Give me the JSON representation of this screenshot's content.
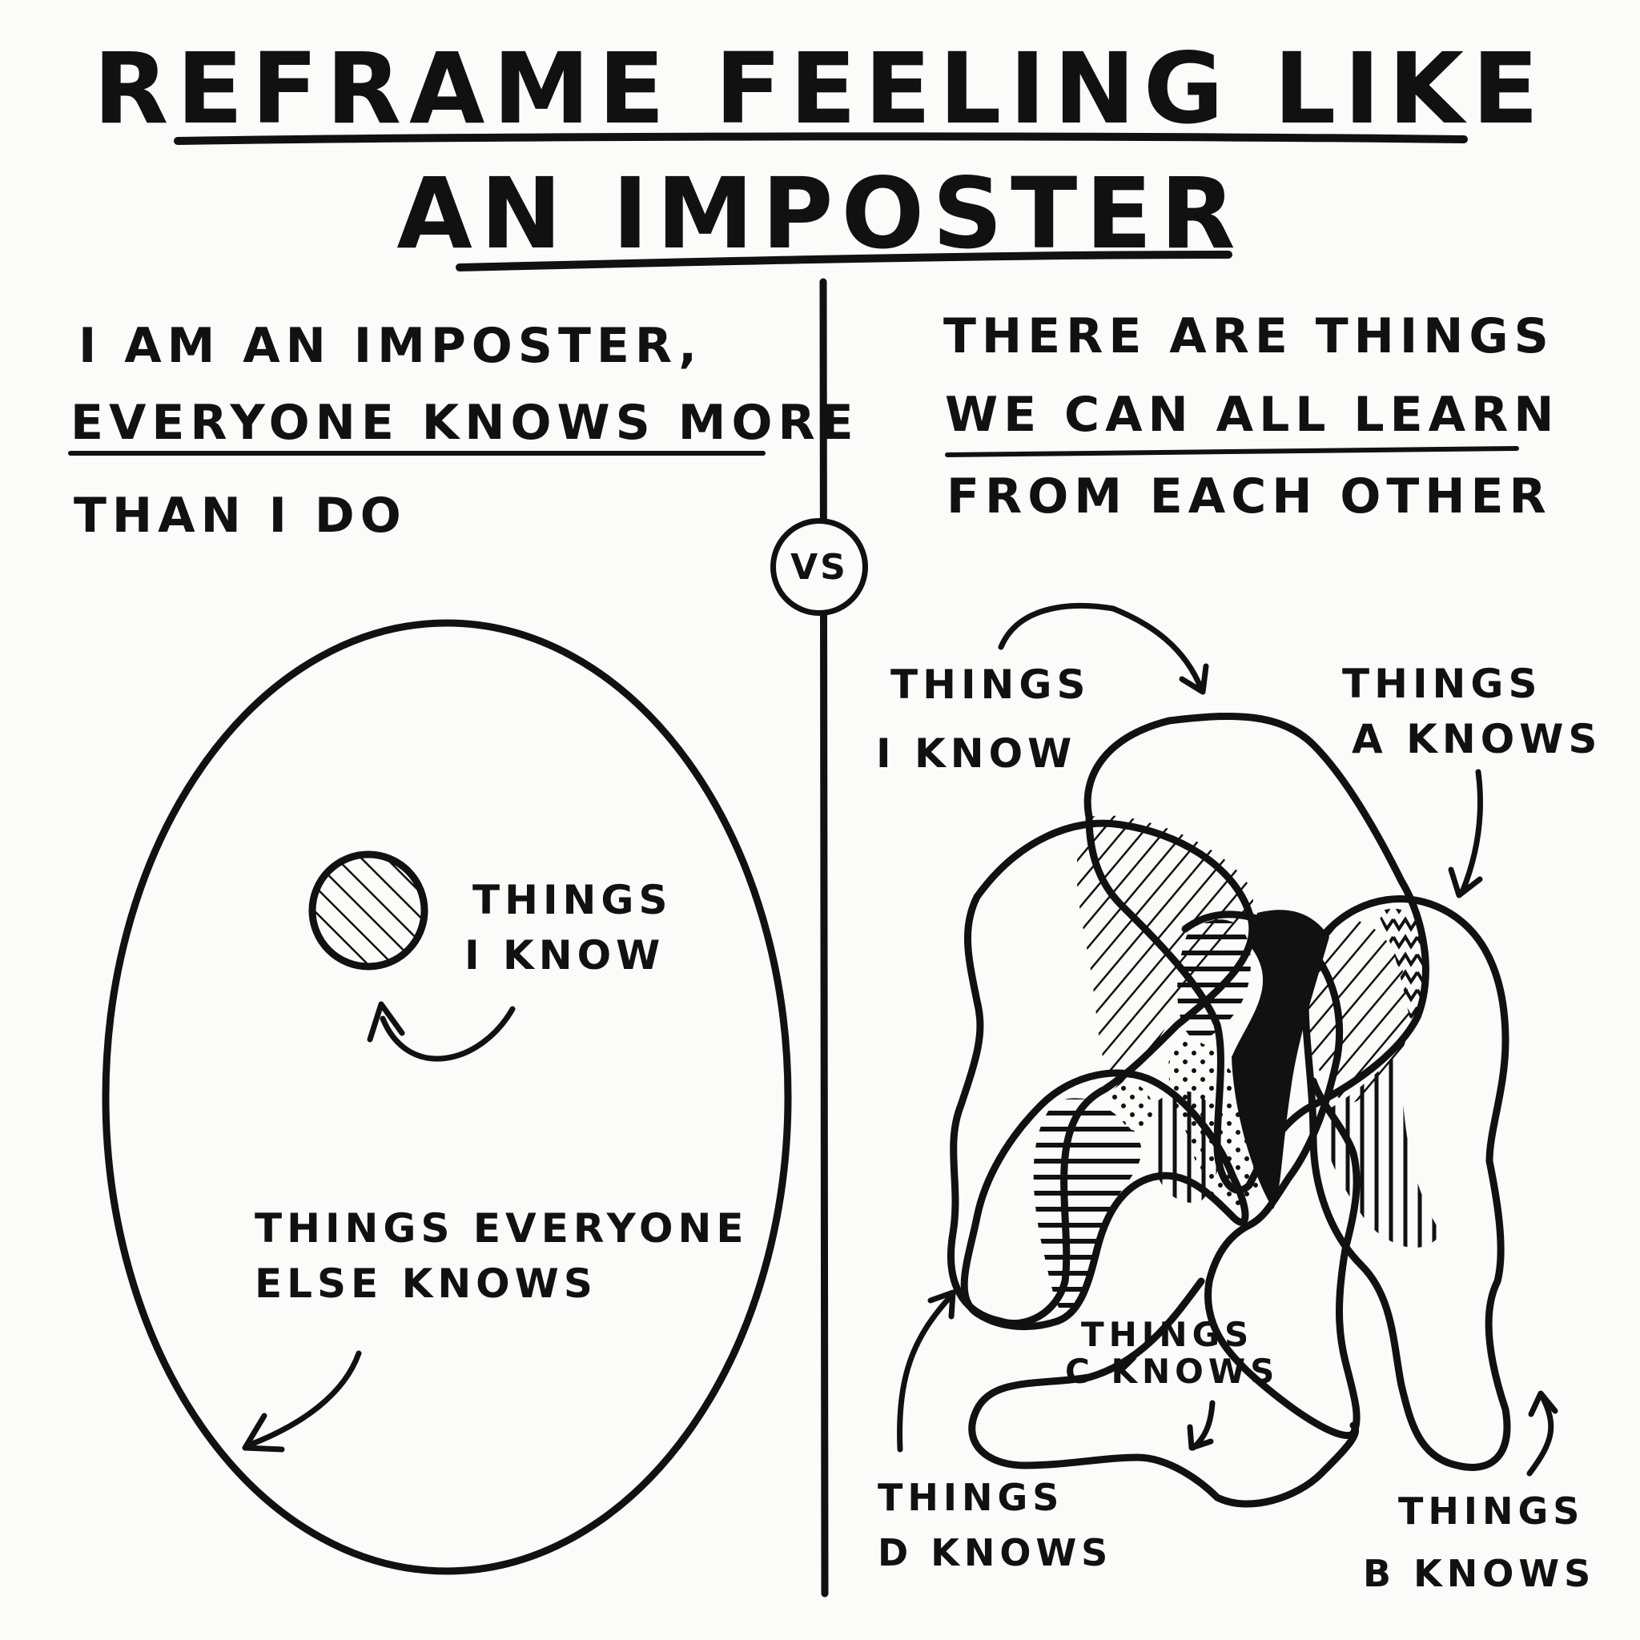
{
  "title": {
    "line1": "REFRAME FEELING LIKE",
    "line2": "AN IMPOSTER"
  },
  "left": {
    "statement": {
      "line1": "I AM AN IMPOSTER,",
      "line2": "EVERYONE KNOWS MORE",
      "line3": "THAN I DO"
    },
    "label_me": {
      "line1": "THINGS",
      "line2": "I KNOW"
    },
    "label_everyone": {
      "line1": "THINGS EVERYONE",
      "line2": "ELSE KNOWS"
    }
  },
  "divider": {
    "label": "VS"
  },
  "right": {
    "statement": {
      "line1": "THERE ARE THINGS",
      "line2": "WE CAN ALL LEARN",
      "line3": "FROM EACH OTHER"
    },
    "label_me": {
      "line1": "THINGS",
      "line2": "I KNOW"
    },
    "label_a": {
      "line1": "THINGS",
      "line2": "A KNOWS"
    },
    "label_b": {
      "line1": "THINGS",
      "line2": "B KNOWS"
    },
    "label_c": {
      "line1": "THINGS",
      "line2": "C KNOWS"
    },
    "label_d": {
      "line1": "THINGS",
      "line2": "D KNOWS"
    }
  },
  "colors": {
    "ink": "#111111",
    "paper": "#fbfbf9"
  }
}
